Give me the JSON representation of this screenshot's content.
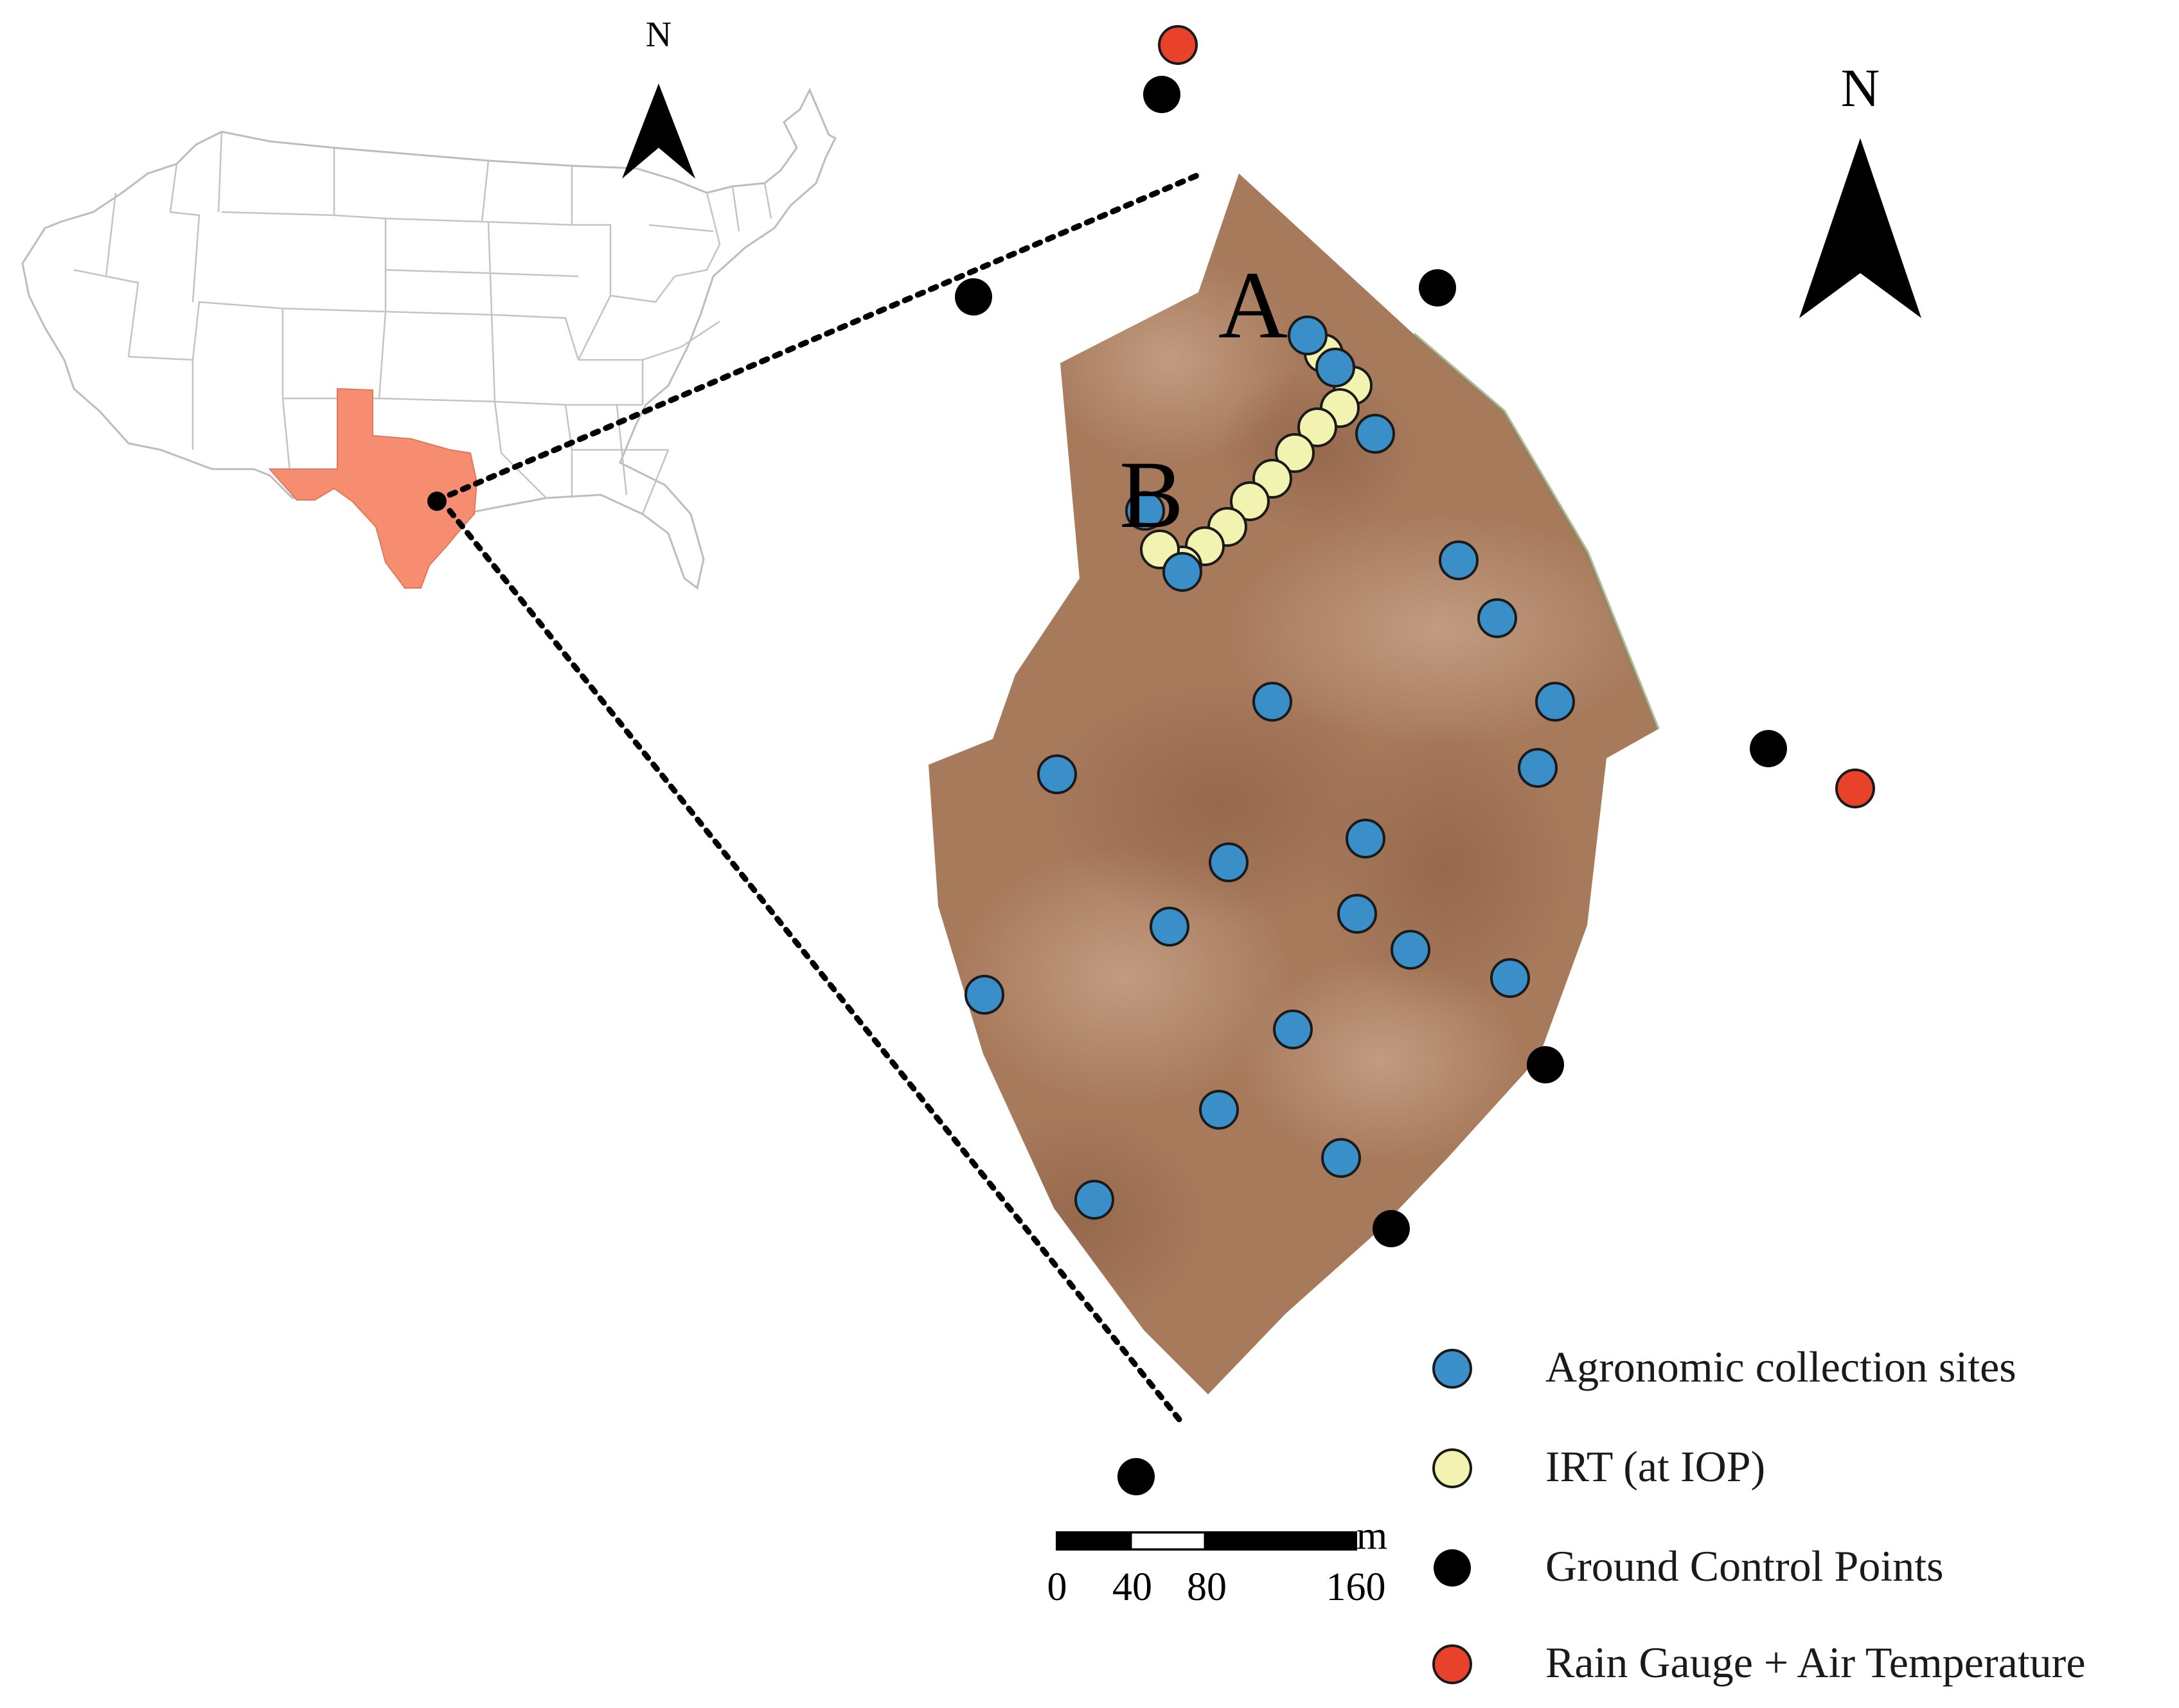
{
  "inset": {
    "north_label": "N",
    "highlight_state": "Texas",
    "highlight_color": "#f68c70"
  },
  "field": {
    "north_label": "N",
    "label_a": "A",
    "label_b": "B",
    "imagery_color": "#a87a5c"
  },
  "scale_bar": {
    "unit": "m",
    "ticks": [
      "0",
      "40",
      "80",
      "160"
    ]
  },
  "legend": {
    "items": [
      {
        "key": "agronomic",
        "label": "Agronomic collection sites",
        "color": "#3a8fc8"
      },
      {
        "key": "irt",
        "label": "IRT (at IOP)",
        "color": "#f2f3b0"
      },
      {
        "key": "gcp",
        "label": "Ground Control Points",
        "color": "#000000"
      },
      {
        "key": "rain",
        "label": "Rain Gauge + Air Temperature",
        "color": "#e8432a"
      }
    ]
  },
  "colors": {
    "state_lines": "#c4c4c4",
    "outline": "#1a1a1a"
  }
}
